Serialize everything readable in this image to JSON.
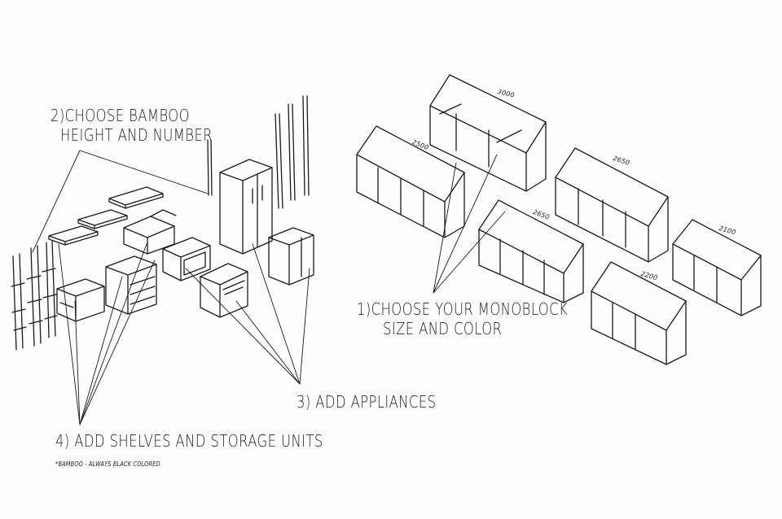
{
  "labels": {
    "step2_line1": "2)CHOOSE BAMBOO",
    "step2_line2": "HEIGHT AND NUMBER",
    "step1_line1": "1)CHOOSE YOUR MONOBLOCK",
    "step1_line2": "SIZE AND COLOR",
    "step3": "3) ADD APPLIANCES",
    "step4": "4) ADD SHELVES AND STORAGE UNITS",
    "footnote": "*BAMBOO - ALWAYS BLACK COLORED"
  },
  "monoblock_sizes": [
    "3000",
    "2500",
    "2650",
    "2650",
    "2100",
    "2200"
  ],
  "colors": {
    "ink": "#1a1a1a",
    "paper": "#fdfdfd"
  }
}
